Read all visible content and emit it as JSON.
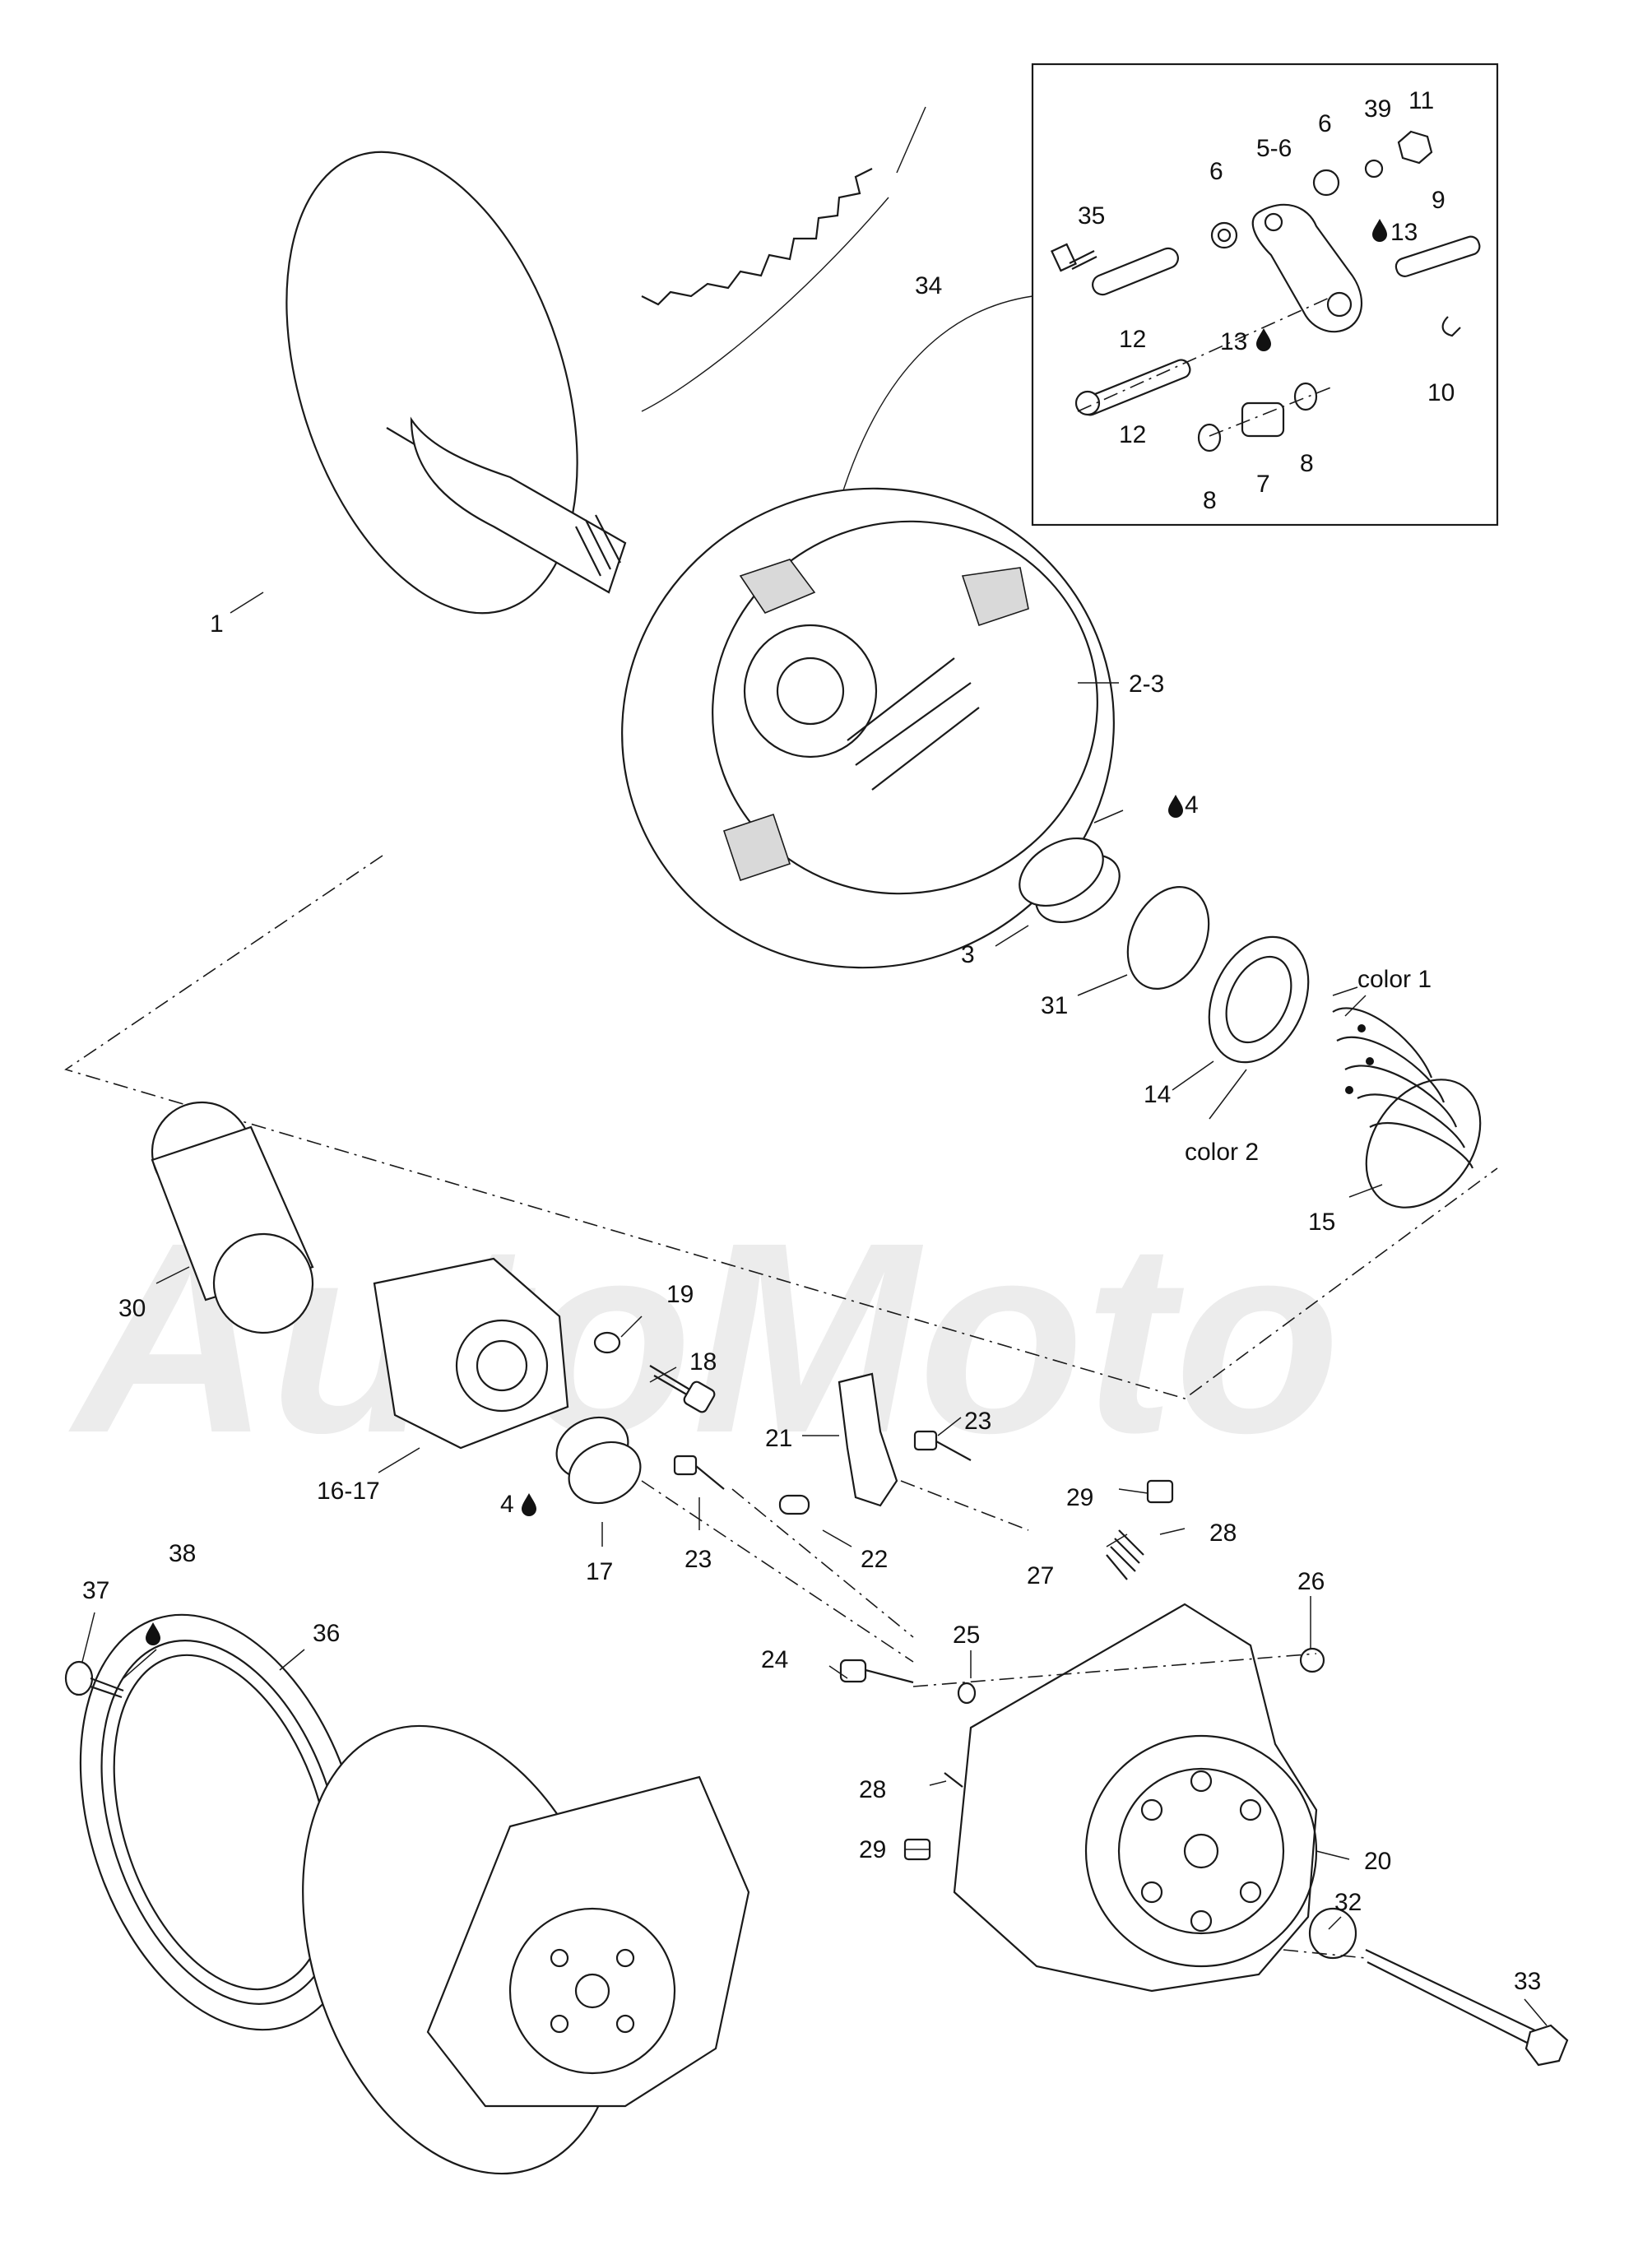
{
  "watermark": "AutoMoto",
  "callouts": [
    {
      "id": "c1",
      "label": "1"
    },
    {
      "id": "c23",
      "label": "2-3"
    },
    {
      "id": "c3",
      "label": "3"
    },
    {
      "id": "c4a",
      "label": "4"
    },
    {
      "id": "c4b",
      "label": "4"
    },
    {
      "id": "c14",
      "label": "14"
    },
    {
      "id": "c15",
      "label": "15"
    },
    {
      "id": "c31",
      "label": "31"
    },
    {
      "id": "c34",
      "label": "34"
    },
    {
      "id": "cc1",
      "label": "color 1"
    },
    {
      "id": "cc2",
      "label": "color 2"
    },
    {
      "id": "c30",
      "label": "30"
    },
    {
      "id": "c1617",
      "label": "16-17"
    },
    {
      "id": "c17",
      "label": "17"
    },
    {
      "id": "c18",
      "label": "18"
    },
    {
      "id": "c19",
      "label": "19"
    },
    {
      "id": "c21",
      "label": "21"
    },
    {
      "id": "c22",
      "label": "22"
    },
    {
      "id": "c23a",
      "label": "23"
    },
    {
      "id": "c23b",
      "label": "23"
    },
    {
      "id": "c24",
      "label": "24"
    },
    {
      "id": "c25",
      "label": "25"
    },
    {
      "id": "c26",
      "label": "26"
    },
    {
      "id": "c27",
      "label": "27"
    },
    {
      "id": "c28a",
      "label": "28"
    },
    {
      "id": "c28b",
      "label": "28"
    },
    {
      "id": "c29a",
      "label": "29"
    },
    {
      "id": "c29b",
      "label": "29"
    },
    {
      "id": "c20",
      "label": "20"
    },
    {
      "id": "c32",
      "label": "32"
    },
    {
      "id": "c33",
      "label": "33"
    },
    {
      "id": "c36",
      "label": "36"
    },
    {
      "id": "c37",
      "label": "37"
    },
    {
      "id": "c38",
      "label": "38"
    },
    {
      "id": "i35",
      "label": "35"
    },
    {
      "id": "i12a",
      "label": "12"
    },
    {
      "id": "i12b",
      "label": "12"
    },
    {
      "id": "i6a",
      "label": "6"
    },
    {
      "id": "i6b",
      "label": "6"
    },
    {
      "id": "i56",
      "label": "5-6"
    },
    {
      "id": "i39",
      "label": "39"
    },
    {
      "id": "i11",
      "label": "11"
    },
    {
      "id": "i13a",
      "label": "13"
    },
    {
      "id": "i13b",
      "label": "13"
    },
    {
      "id": "i9",
      "label": "9"
    },
    {
      "id": "i10",
      "label": "10"
    },
    {
      "id": "i8a",
      "label": "8"
    },
    {
      "id": "i8b",
      "label": "8"
    },
    {
      "id": "i7",
      "label": "7"
    }
  ]
}
